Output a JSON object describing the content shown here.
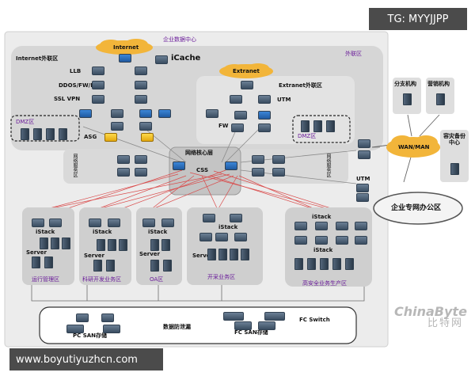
{
  "watermarks": {
    "top_tag": "TG: MYYJJPP",
    "bottom_url": "www.boyutiyuzhcn.com",
    "chinabyte_logo": "ChinaByte",
    "chinabyte_cn": "比特网"
  },
  "datacenter": {
    "title": "企业数据中心",
    "dmz_outer": "外联区"
  },
  "internet_zone": {
    "title": "Internet外联区",
    "cloud": "Internet",
    "icache": "iCache",
    "rows": [
      "LLB",
      "DDOS/FW/IPS",
      "SSL VPN",
      "ASG"
    ],
    "dmz": "DMZ区"
  },
  "extranet_zone": {
    "cloud": "Extranet",
    "title": "Extranet外联区",
    "utm": "UTM",
    "fw": "FW",
    "dmz": "DMZ区"
  },
  "core": {
    "title": "网络核心层",
    "css": "CSS",
    "left_side": "网络服务区",
    "right_side": "网络服务区"
  },
  "branches": {
    "branch_a": "分支机构",
    "branch_b": "营销机构",
    "wan": "WAN/MAN",
    "dr_center": "容灾备份中心",
    "utm": "UTM",
    "office_cloud": "企业专网办公区"
  },
  "pods": [
    {
      "istack": "iStack",
      "server": "Server",
      "caption": "运行管理区"
    },
    {
      "istack": "iStack",
      "server": "Server",
      "caption": "科研开发业务区"
    },
    {
      "istack": "iStack",
      "server": "Server",
      "caption": "OA区"
    },
    {
      "istack": "iStack",
      "server": "Server",
      "caption": "开采业务区"
    },
    {
      "istack": "iStack",
      "istack2": "iStack",
      "caption": "高安全业务生产区"
    }
  ],
  "storage": {
    "title": "数据防泄漏",
    "pc_san": "PC SAN存储",
    "fc_san": "FC SAN存储",
    "fc_switch": "FC Switch"
  }
}
